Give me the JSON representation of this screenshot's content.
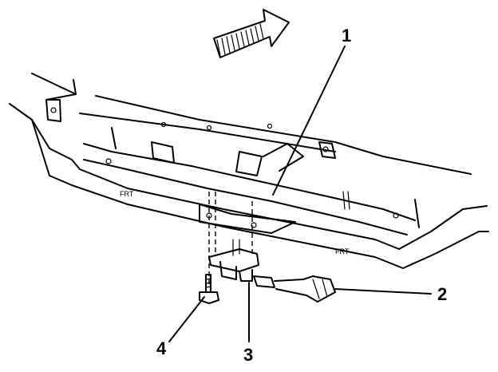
{
  "diagram": {
    "callouts": [
      {
        "id": "1",
        "label": "1"
      },
      {
        "id": "2",
        "label": "2"
      },
      {
        "id": "3",
        "label": "3"
      },
      {
        "id": "4",
        "label": "4"
      }
    ],
    "direction_arrow": "forward-arrow-icon",
    "stamp_labels": [
      "FRT",
      "FRT"
    ]
  }
}
